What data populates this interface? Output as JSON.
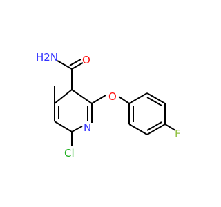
{
  "molecule": {
    "atoms": {
      "amide_h2n": "H2N",
      "carbonyl_o": "O",
      "ether_o": "O",
      "ring_n": "N",
      "fluorine": "F",
      "chlorine": "Cl"
    },
    "colors": {
      "bond": "#000000",
      "nitrogen": "#3333ff",
      "oxygen": "#ff0d0d",
      "fluorine": "#90c040",
      "chlorine": "#1fb01f"
    }
  }
}
